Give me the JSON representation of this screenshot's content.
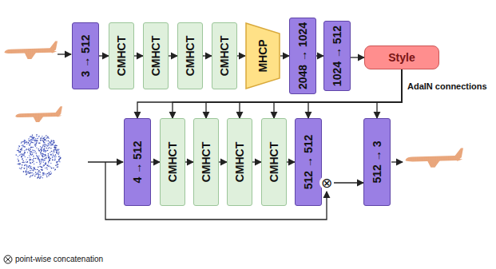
{
  "diagram": {
    "nodes": [
      {
        "text": [
          "3 → 512"
        ]
      },
      {
        "text": [
          "CMHCT"
        ]
      },
      {
        "text": [
          "CMHCT"
        ]
      },
      {
        "text": [
          "CMHCT"
        ]
      },
      {
        "text": [
          "CMHCT"
        ]
      },
      {
        "text": [
          "MHCP"
        ]
      },
      {
        "text": [
          "2048 → 1024"
        ]
      },
      {
        "text": [
          "1024 → 512"
        ]
      },
      {
        "text": [
          "Style"
        ]
      },
      {
        "text": [
          "4 → 512"
        ]
      },
      {
        "text": [
          "CMHCT"
        ]
      },
      {
        "text": [
          "CMHCT"
        ]
      },
      {
        "text": [
          "CMHCT"
        ]
      },
      {
        "text": [
          "CMHCT"
        ]
      },
      {
        "text": [
          "512 → 512"
        ]
      },
      {
        "text": [
          "⊗"
        ]
      },
      {
        "text": [
          "512 → 3"
        ]
      }
    ],
    "edges": [
      {
        "from": 0,
        "to": 1,
        "arrow": "to"
      },
      {
        "from": 1,
        "to": 2,
        "arrow": "to"
      },
      {
        "from": 2,
        "to": 3,
        "arrow": "to"
      },
      {
        "from": 3,
        "to": 4,
        "arrow": "to"
      },
      {
        "from": 4,
        "to": 5,
        "arrow": "to"
      },
      {
        "from": 5,
        "to": 6,
        "arrow": "to"
      },
      {
        "from": 6,
        "to": 7,
        "arrow": "to"
      },
      {
        "from": 7,
        "to": 8,
        "arrow": "to"
      },
      {
        "from": 8,
        "to": 9,
        "arrow": "to"
      },
      {
        "from": 8,
        "to": 10,
        "arrow": "to"
      },
      {
        "from": 8,
        "to": 11,
        "arrow": "to"
      },
      {
        "from": 8,
        "to": 12,
        "arrow": "to"
      },
      {
        "from": 8,
        "to": 13,
        "arrow": "to"
      },
      {
        "from": 8,
        "to": 14,
        "arrow": "to"
      },
      {
        "from": 8,
        "to": 16,
        "arrow": "to"
      },
      {
        "from": 9,
        "to": 10,
        "arrow": "to"
      },
      {
        "from": 10,
        "to": 11,
        "arrow": "to"
      },
      {
        "from": 11,
        "to": 12,
        "arrow": "to"
      },
      {
        "from": 12,
        "to": 13,
        "arrow": "to"
      },
      {
        "from": 13,
        "to": 14,
        "arrow": "to"
      },
      {
        "from": 14,
        "to": 15,
        "arrow": "to"
      },
      {
        "from": 15,
        "to": 16,
        "arrow": "to"
      }
    ],
    "labels": [
      "AdaIN connections"
    ],
    "legend": [
      {
        "text": "point-wise concatenation"
      }
    ]
  }
}
